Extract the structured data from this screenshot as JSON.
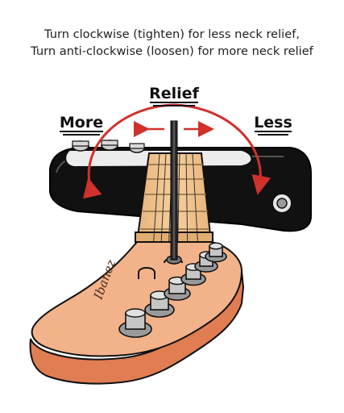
{
  "caption": {
    "line1": "Turn clockwise (tighten) for less neck relief,",
    "line2": "Turn anti-clockwise (loosen) for more neck relief"
  },
  "labels": {
    "relief": "Relief",
    "more": "More",
    "less": "Less"
  },
  "headstock_logo": "Ibanez-style script logo",
  "colors": {
    "arrow_red": "#d0312d",
    "body_black": "#111111",
    "neck_wood": "#f0c48c",
    "headstock_face": "#f2b38a",
    "headstock_side": "#e07d52",
    "tuner_grey": "#b8b8b8",
    "truss_rod": "#2b2b2b"
  },
  "icons": {
    "direction_arrows": "double-headed horizontal arrow",
    "rotation_arc": "curved double-headed arrow"
  }
}
